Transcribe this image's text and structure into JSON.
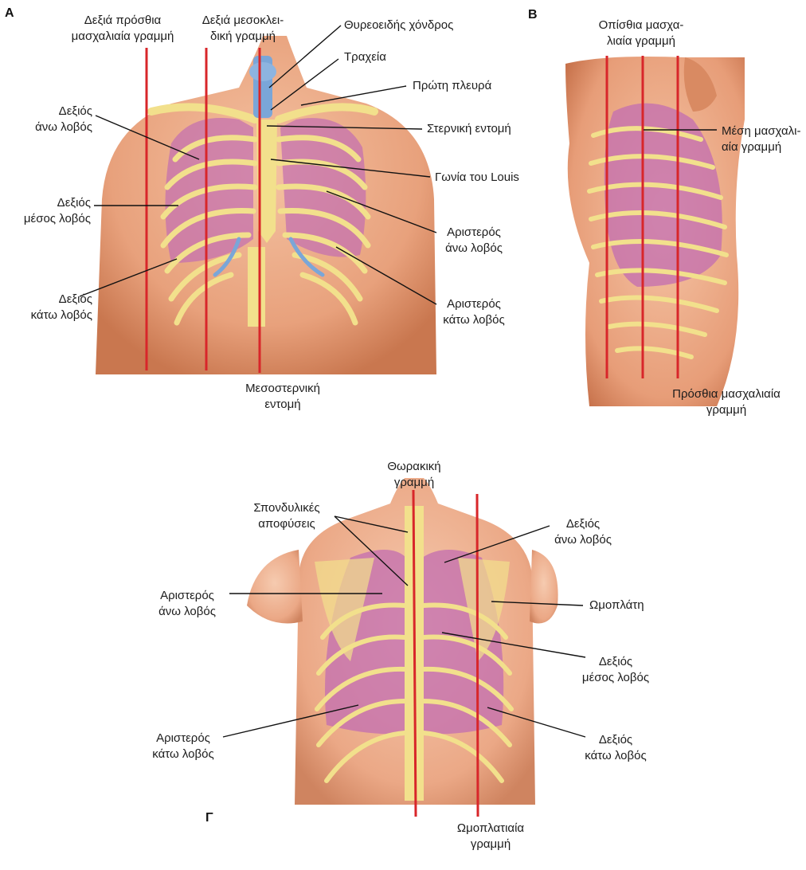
{
  "panels": {
    "a": {
      "letter": "A",
      "labels": {
        "right_anterior_axillary_line": "Δεξιά πρόσθια\nμασχαλιαία γραμμή",
        "right_midclavicular_line": "Δεξιά μεσοκλει-\nδική γραμμή",
        "thyroid_cartilage": "Θυρεοειδής χόνδρος",
        "trachea": "Τραχεία",
        "first_rib": "Πρώτη πλευρά",
        "suprasternal_notch": "Στερνική εντομή",
        "angle_of_louis": "Γωνία του Louis",
        "right_upper_lobe": "Δεξιός\nάνω λοβός",
        "right_middle_lobe": "Δεξιός\nμέσος λοβός",
        "right_lower_lobe": "Δεξιός\nκάτω λοβός",
        "left_upper_lobe": "Αριστερός\nάνω λοβός",
        "left_lower_lobe": "Αριστερός\nκάτω λοβός",
        "midsternal_line": "Μεσοστερνική\nεντομή"
      }
    },
    "b": {
      "letter": "B",
      "labels": {
        "posterior_axillary_line": "Οπίσθια μασχα-\nλιαία γραμμή",
        "mid_axillary_line": "Μέση μασχαλι-\nαία γραμμή",
        "anterior_axillary_line": "Πρόσθια μασχαλιαία\nγραμμή"
      }
    },
    "c": {
      "letter": "Γ",
      "labels": {
        "vertebral_line": "Θωρακική\nγραμμή",
        "spinous_processes": "Σπονδυλικές\nαποφύσεις",
        "left_upper_lobe": "Αριστερός\nάνω λοβός",
        "left_lower_lobe": "Αριστερός\nκάτω λοβός",
        "right_upper_lobe": "Δεξιός\nάνω λοβός",
        "scapula": "Ωμοπλάτη",
        "right_middle_lobe": "Δεξιός\nμέσος λοβός",
        "right_lower_lobe": "Δεξιός\nκάτω λοβός",
        "scapular_line": "Ωμοπλατιαία\nγραμμή"
      }
    }
  },
  "colors": {
    "skin": "#e8a17c",
    "skin_dark": "#c9774f",
    "lung": "#c46fb0",
    "bone": "#f2e08c",
    "cartilage": "#7aa6d8",
    "reference_line": "#d8262a",
    "leader": "#111111"
  }
}
